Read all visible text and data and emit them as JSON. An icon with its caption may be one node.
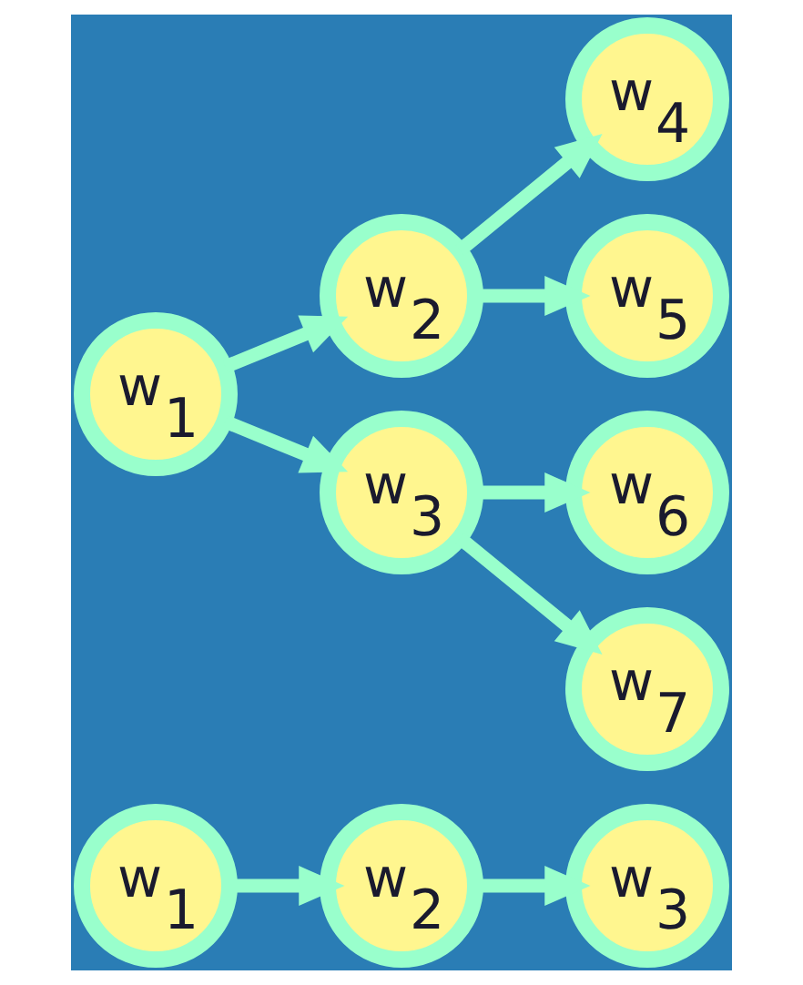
{
  "diagram": {
    "nodes": [
      {
        "text": [
          "w$_{1}$"
        ]
      },
      {
        "text": [
          "w$_{2}$"
        ]
      },
      {
        "text": [
          "w$_{3}$"
        ]
      },
      {
        "text": [
          "w$_{1}$"
        ]
      },
      {
        "text": [
          "w$_{2}$"
        ]
      },
      {
        "text": [
          "w$_{3}$"
        ]
      },
      {
        "text": [
          "w$_{4}$"
        ]
      },
      {
        "text": [
          "w$_{5}$"
        ]
      },
      {
        "text": [
          "w$_{6}$"
        ]
      },
      {
        "text": [
          "w$_{7}$"
        ]
      }
    ],
    "edges": [
      {
        "from": 0,
        "to": 1,
        "arrow": "to"
      },
      {
        "from": 1,
        "to": 2,
        "arrow": "to"
      },
      {
        "from": 3,
        "to": 4,
        "arrow": "to"
      },
      {
        "from": 3,
        "to": 5,
        "arrow": "to"
      },
      {
        "from": 4,
        "to": 6,
        "arrow": "to"
      },
      {
        "from": 4,
        "to": 7,
        "arrow": "to"
      },
      {
        "from": 5,
        "to": 8,
        "arrow": "to"
      },
      {
        "from": 5,
        "to": 9,
        "arrow": "to"
      }
    ]
  }
}
